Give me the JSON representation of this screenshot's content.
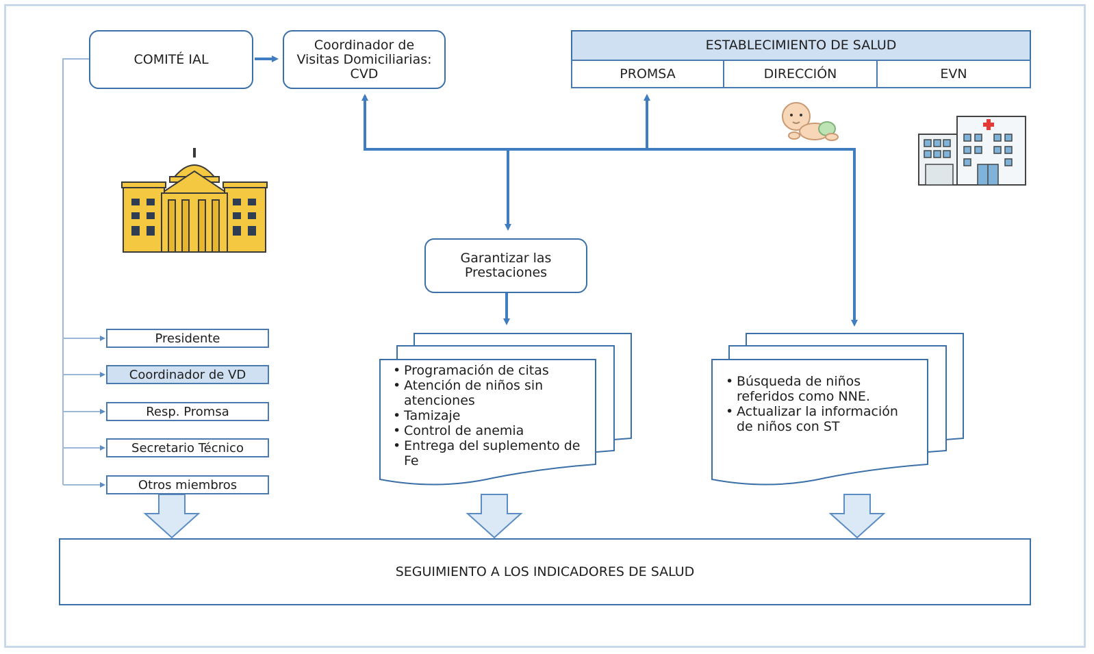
{
  "comite": "COMITÉ IAL",
  "coordinador": "Coordinador de Visitas Domiciliarias: CVD",
  "establecimiento": {
    "title": "ESTABLECIMIENTO DE SALUD",
    "cells": [
      "PROMSA",
      "DIRECCIÓN",
      "EVN"
    ]
  },
  "garantizar": "Garantizar las Prestaciones",
  "members": [
    "Presidente",
    "Coordinador de VD",
    "Resp. Promsa",
    "Secretario Técnico",
    "Otros miembros"
  ],
  "prestaciones": [
    "Programación de citas",
    "Atención de niños sin atenciones",
    "Tamizaje",
    "Control de anemia",
    "Entrega del suplemento de Fe"
  ],
  "busqueda": [
    "Búsqueda de niños referidos como NNE.",
    "Actualizar la información de niños con ST"
  ],
  "seguimiento": "SEGUIMIENTO A LOS INDICADORES DE SALUD",
  "icons": [
    "government-building-icon",
    "baby-icon",
    "hospital-icon"
  ],
  "colors": {
    "line": "#3f7cc0",
    "border": "#3a6fa8",
    "header": "#cfe0f3",
    "building": "#f5c842"
  }
}
